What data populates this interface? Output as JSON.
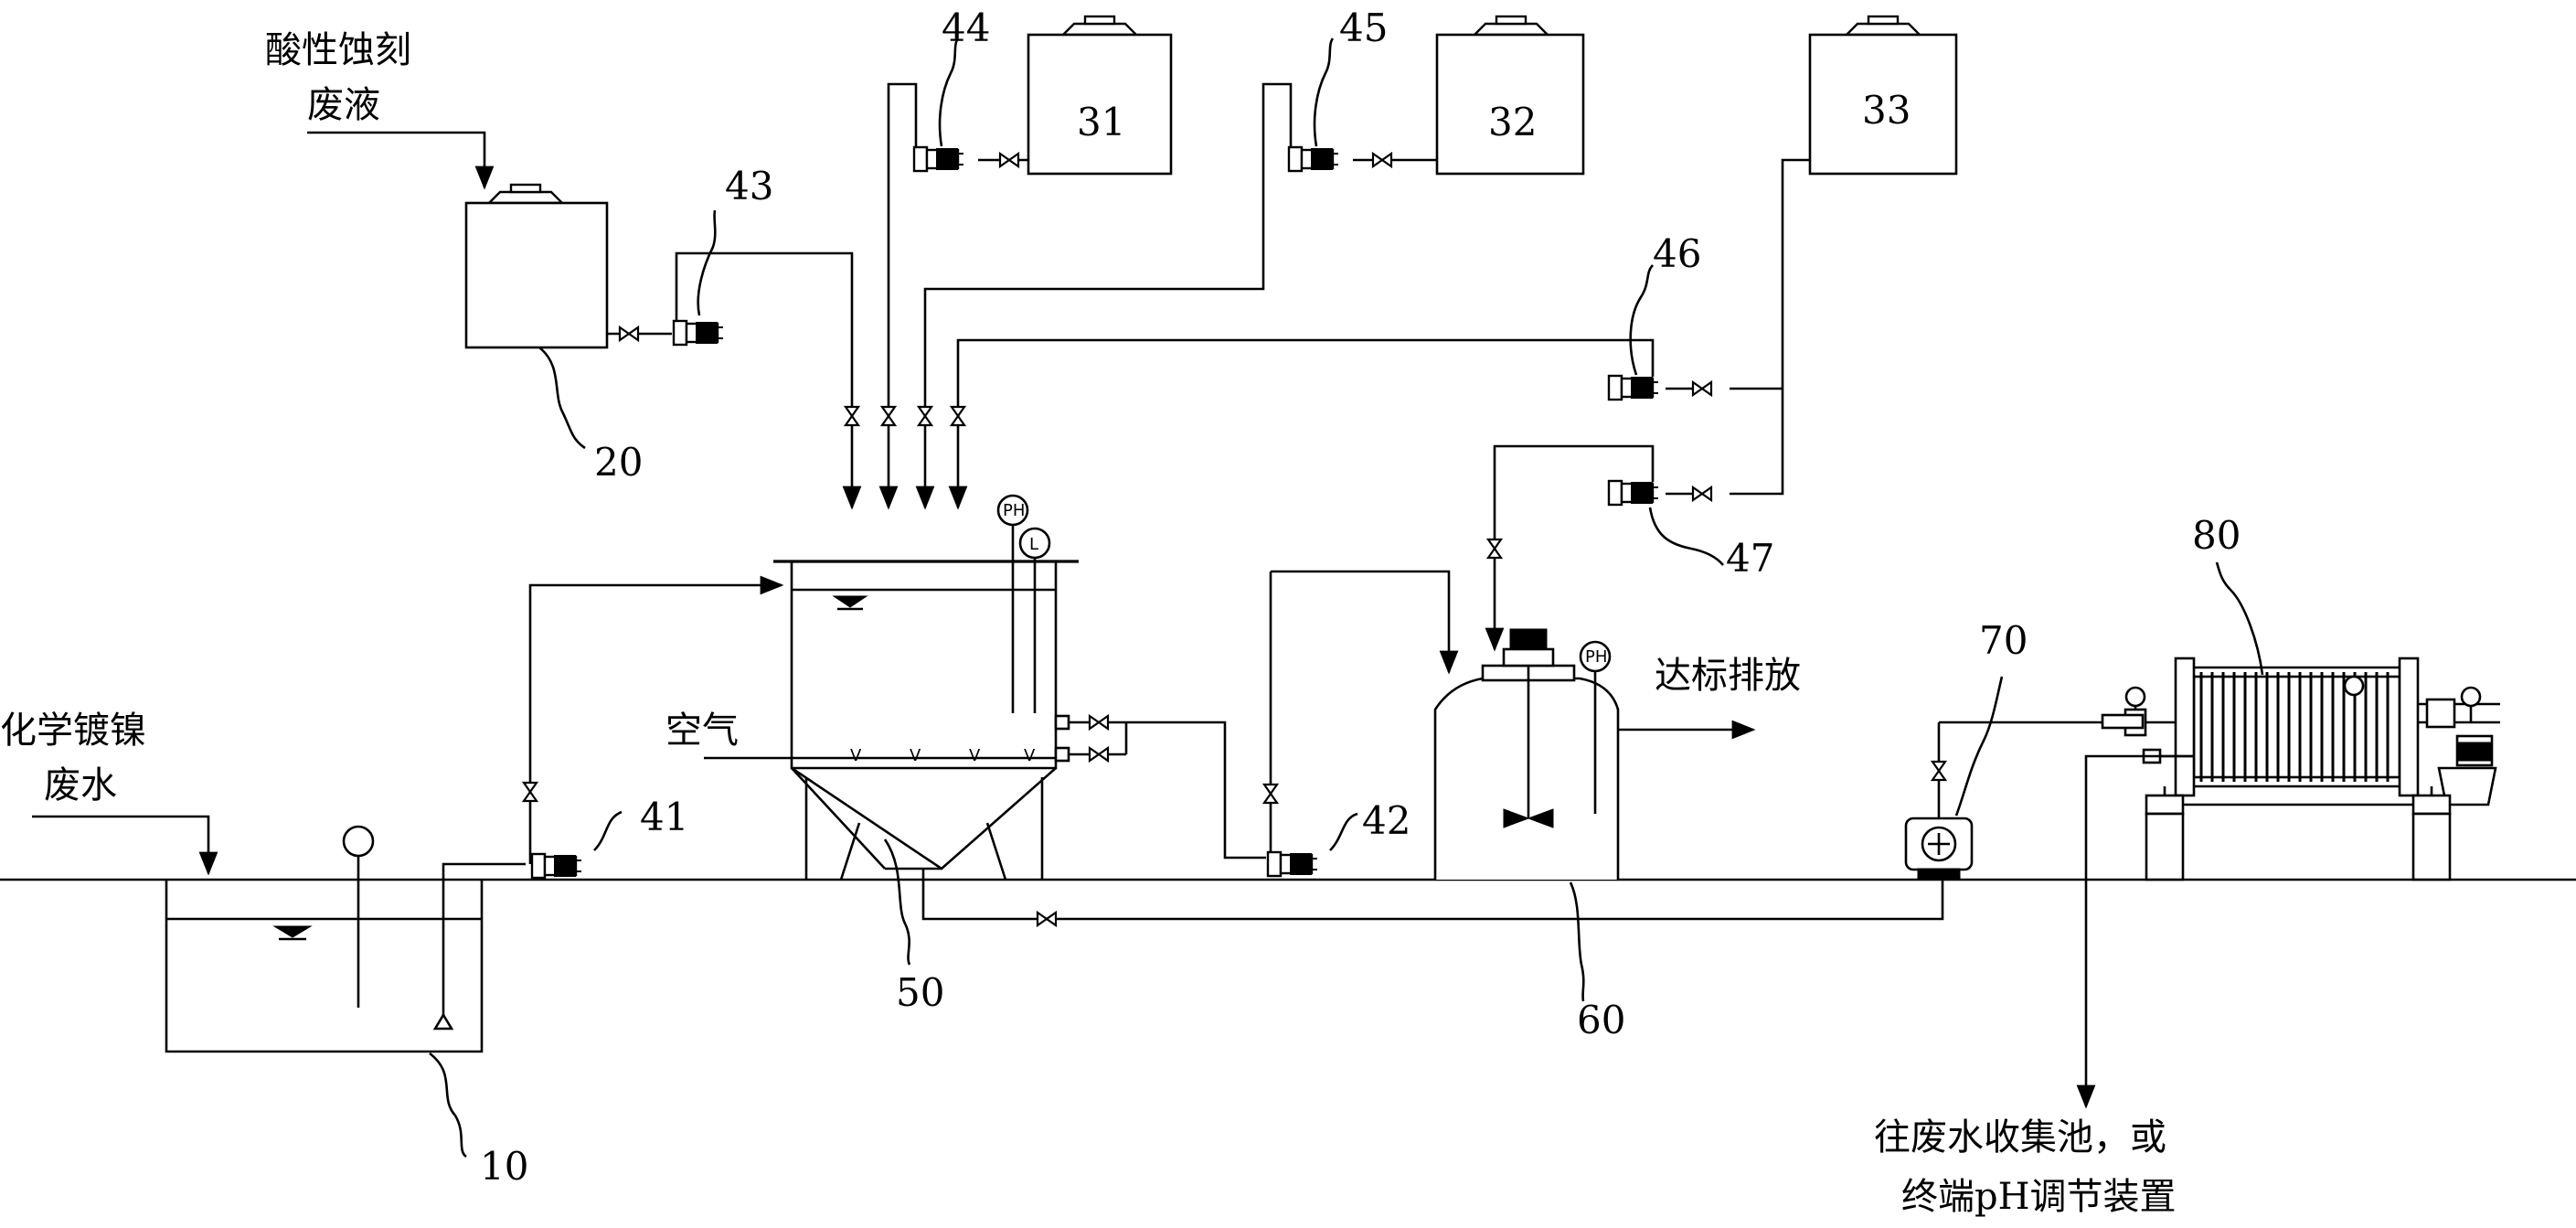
{
  "labels": {
    "acid_waste": [
      "酸性蚀刻",
      "废液"
    ],
    "nickel_waste": [
      "化学镀镍",
      "废水"
    ],
    "air": "空气",
    "discharge": "达标排放",
    "to_collection": [
      "往废水收集池，或",
      "终端pH调节装置"
    ],
    "ph": "PH",
    "level": "L"
  },
  "numbers": {
    "tank_10": "10",
    "tank_20": "20",
    "tank_31": "31",
    "tank_32": "32",
    "tank_33": "33",
    "pump_41": "41",
    "pump_42": "42",
    "pump_43": "43",
    "pump_44": "44",
    "pump_45": "45",
    "pump_46": "46",
    "pump_47": "47",
    "reactor_50": "50",
    "tank_60": "60",
    "pump_70": "70",
    "press_80": "80"
  }
}
